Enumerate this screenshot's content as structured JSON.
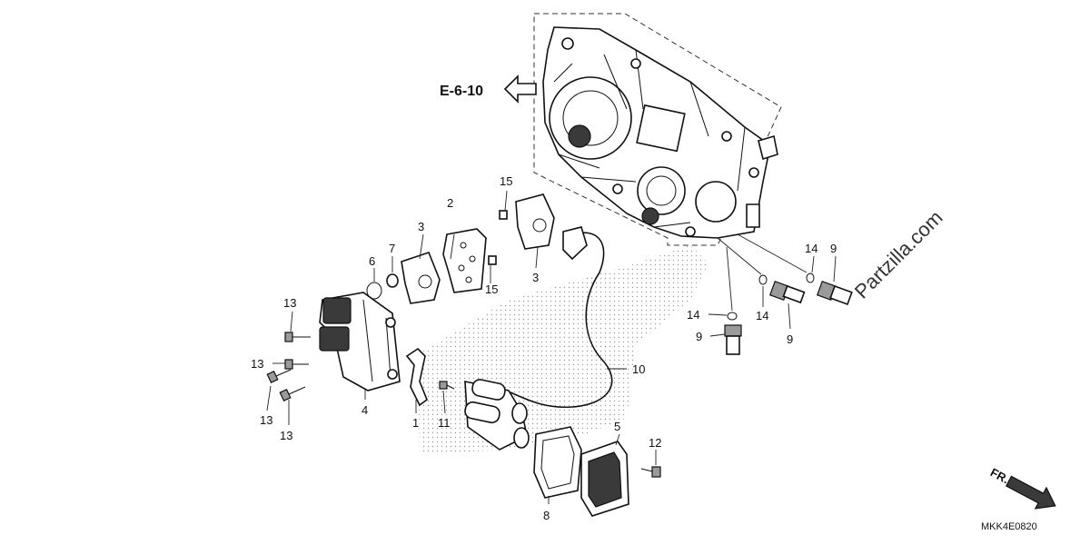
{
  "diagram": {
    "reference_label": "E-6-10",
    "watermark": "Partzilla.com",
    "direction_label": "FR.",
    "diagram_code": "MKK4E0820",
    "callouts": {
      "c1": "1",
      "c2": "2",
      "c3a": "3",
      "c3b": "3",
      "c4": "4",
      "c5": "5",
      "c6": "6",
      "c7": "7",
      "c8": "8",
      "c9a": "9",
      "c9b": "9",
      "c9c": "9",
      "c10": "10",
      "c11": "11",
      "c12": "12",
      "c13a": "13",
      "c13b": "13",
      "c13c": "13",
      "c13d": "13",
      "c14a": "14",
      "c14b": "14",
      "c14c": "14",
      "c15a": "15",
      "c15b": "15"
    }
  }
}
